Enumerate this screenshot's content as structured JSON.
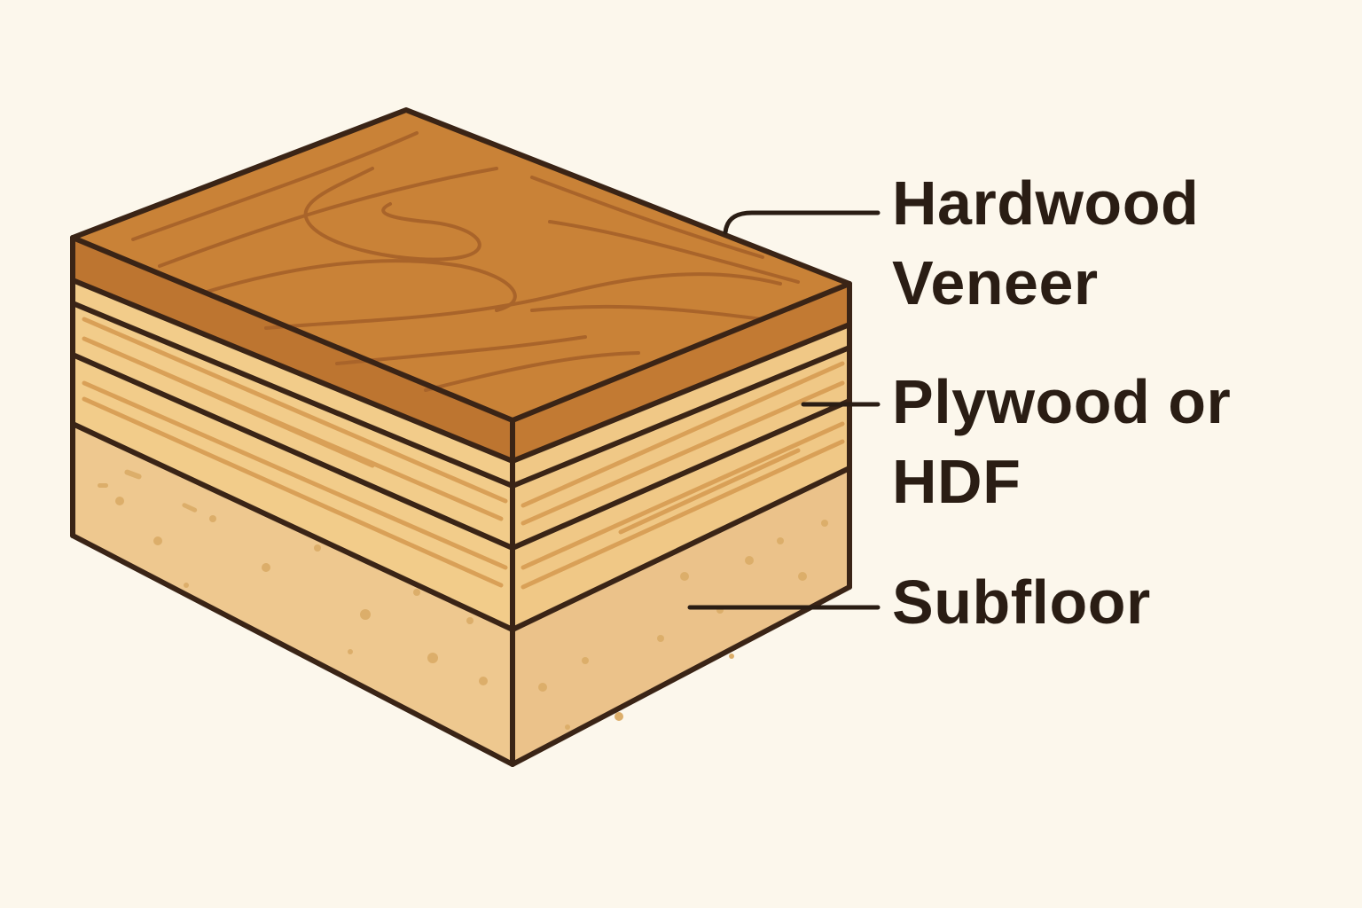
{
  "diagram": {
    "layers": [
      {
        "id": "veneer",
        "label_lines": [
          "Hardwood",
          "Veneer"
        ]
      },
      {
        "id": "core",
        "label_lines": [
          "Plywood or",
          "HDF"
        ]
      },
      {
        "id": "subfloor",
        "label_lines": [
          "Subfloor"
        ]
      }
    ],
    "colors": {
      "background": "#fcf7ec",
      "outline": "#3a2416",
      "veneer_top": "#c98237",
      "veneer_edge": "#bd7530",
      "plywood_light": "#f2cc8a",
      "plywood_grain": "#d9a057",
      "subfloor": "#eec88f",
      "subfloor_speckle": "#dcae6a",
      "label_text": "#2a1d14"
    }
  }
}
